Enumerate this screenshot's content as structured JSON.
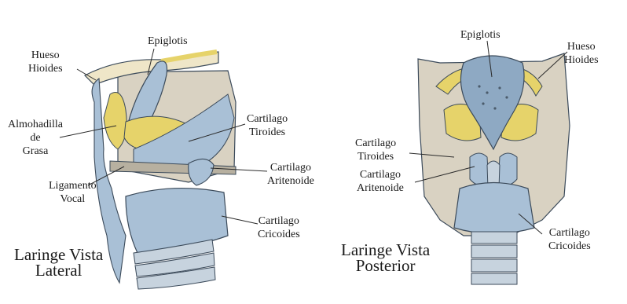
{
  "lateral": {
    "caption_line1": "Laringe Vista",
    "caption_line2": "Lateral",
    "labels": {
      "epiglotis": "Epiglotis",
      "hueso_line1": "Hueso",
      "hueso_line2": "Hioides",
      "almohadilla_line1": "Almohadilla",
      "almohadilla_line2": "de",
      "almohadilla_line3": "Grasa",
      "ligamento_line1": "Ligamento",
      "ligamento_line2": "Vocal",
      "tiroides_line1": "Cartilago",
      "tiroides_line2": "Tiroides",
      "aritenoide_line1": "Cartilago",
      "aritenoide_line2": "Aritenoide",
      "cricoides_line1": "Cartilago",
      "cricoides_line2": "Cricoides"
    }
  },
  "posterior": {
    "caption_line1": "Laringe Vista",
    "caption_line2": "Posterior",
    "labels": {
      "epiglotis": "Epiglotis",
      "hueso_line1": "Hueso",
      "hueso_line2": "Hioides",
      "tiroides_line1": "Cartilago",
      "tiroides_line2": "Tiroides",
      "aritenoide_line1": "Cartilago",
      "aritenoide_line2": "Aritenoide",
      "cricoides_line1": "Cartilago",
      "cricoides_line2": "Cricoides"
    }
  },
  "colors": {
    "cartilage_blue": "#a9c0d6",
    "cartilage_dark": "#7f9bb6",
    "fat_yellow": "#e6d36a",
    "bone": "#efe6c8",
    "muscle": "#d9d2c2",
    "outline": "#3b4a5a"
  }
}
